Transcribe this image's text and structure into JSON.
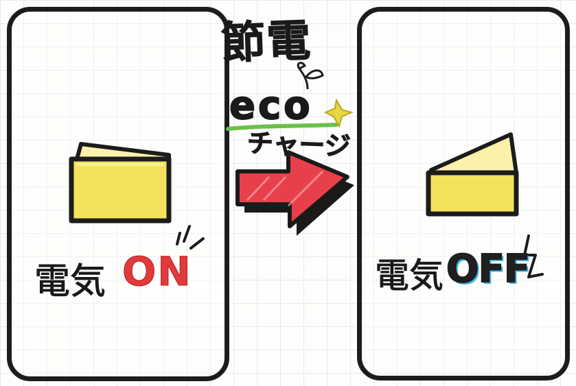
{
  "title": "節電",
  "eco": {
    "main": "eco",
    "sub": "チャージ"
  },
  "left_panel": {
    "label": "電気",
    "status": "ON"
  },
  "right_panel": {
    "label": "電気",
    "status": "OFF"
  },
  "colors": {
    "outline": "#1c1c1c",
    "switch_fill": "#f3e35c",
    "arrow_fill": "#e8404a",
    "on_text": "#e23a3a",
    "off_accent": "#41b6e6",
    "leaf_green": "#6cc04a",
    "grid": "#e6e9ee"
  },
  "icons": [
    "light-switch-on-icon",
    "light-switch-off-icon",
    "arrow-right-icon",
    "sprout-icon",
    "sparkle-icon",
    "spark-lines-icon",
    "lightning-icon"
  ]
}
